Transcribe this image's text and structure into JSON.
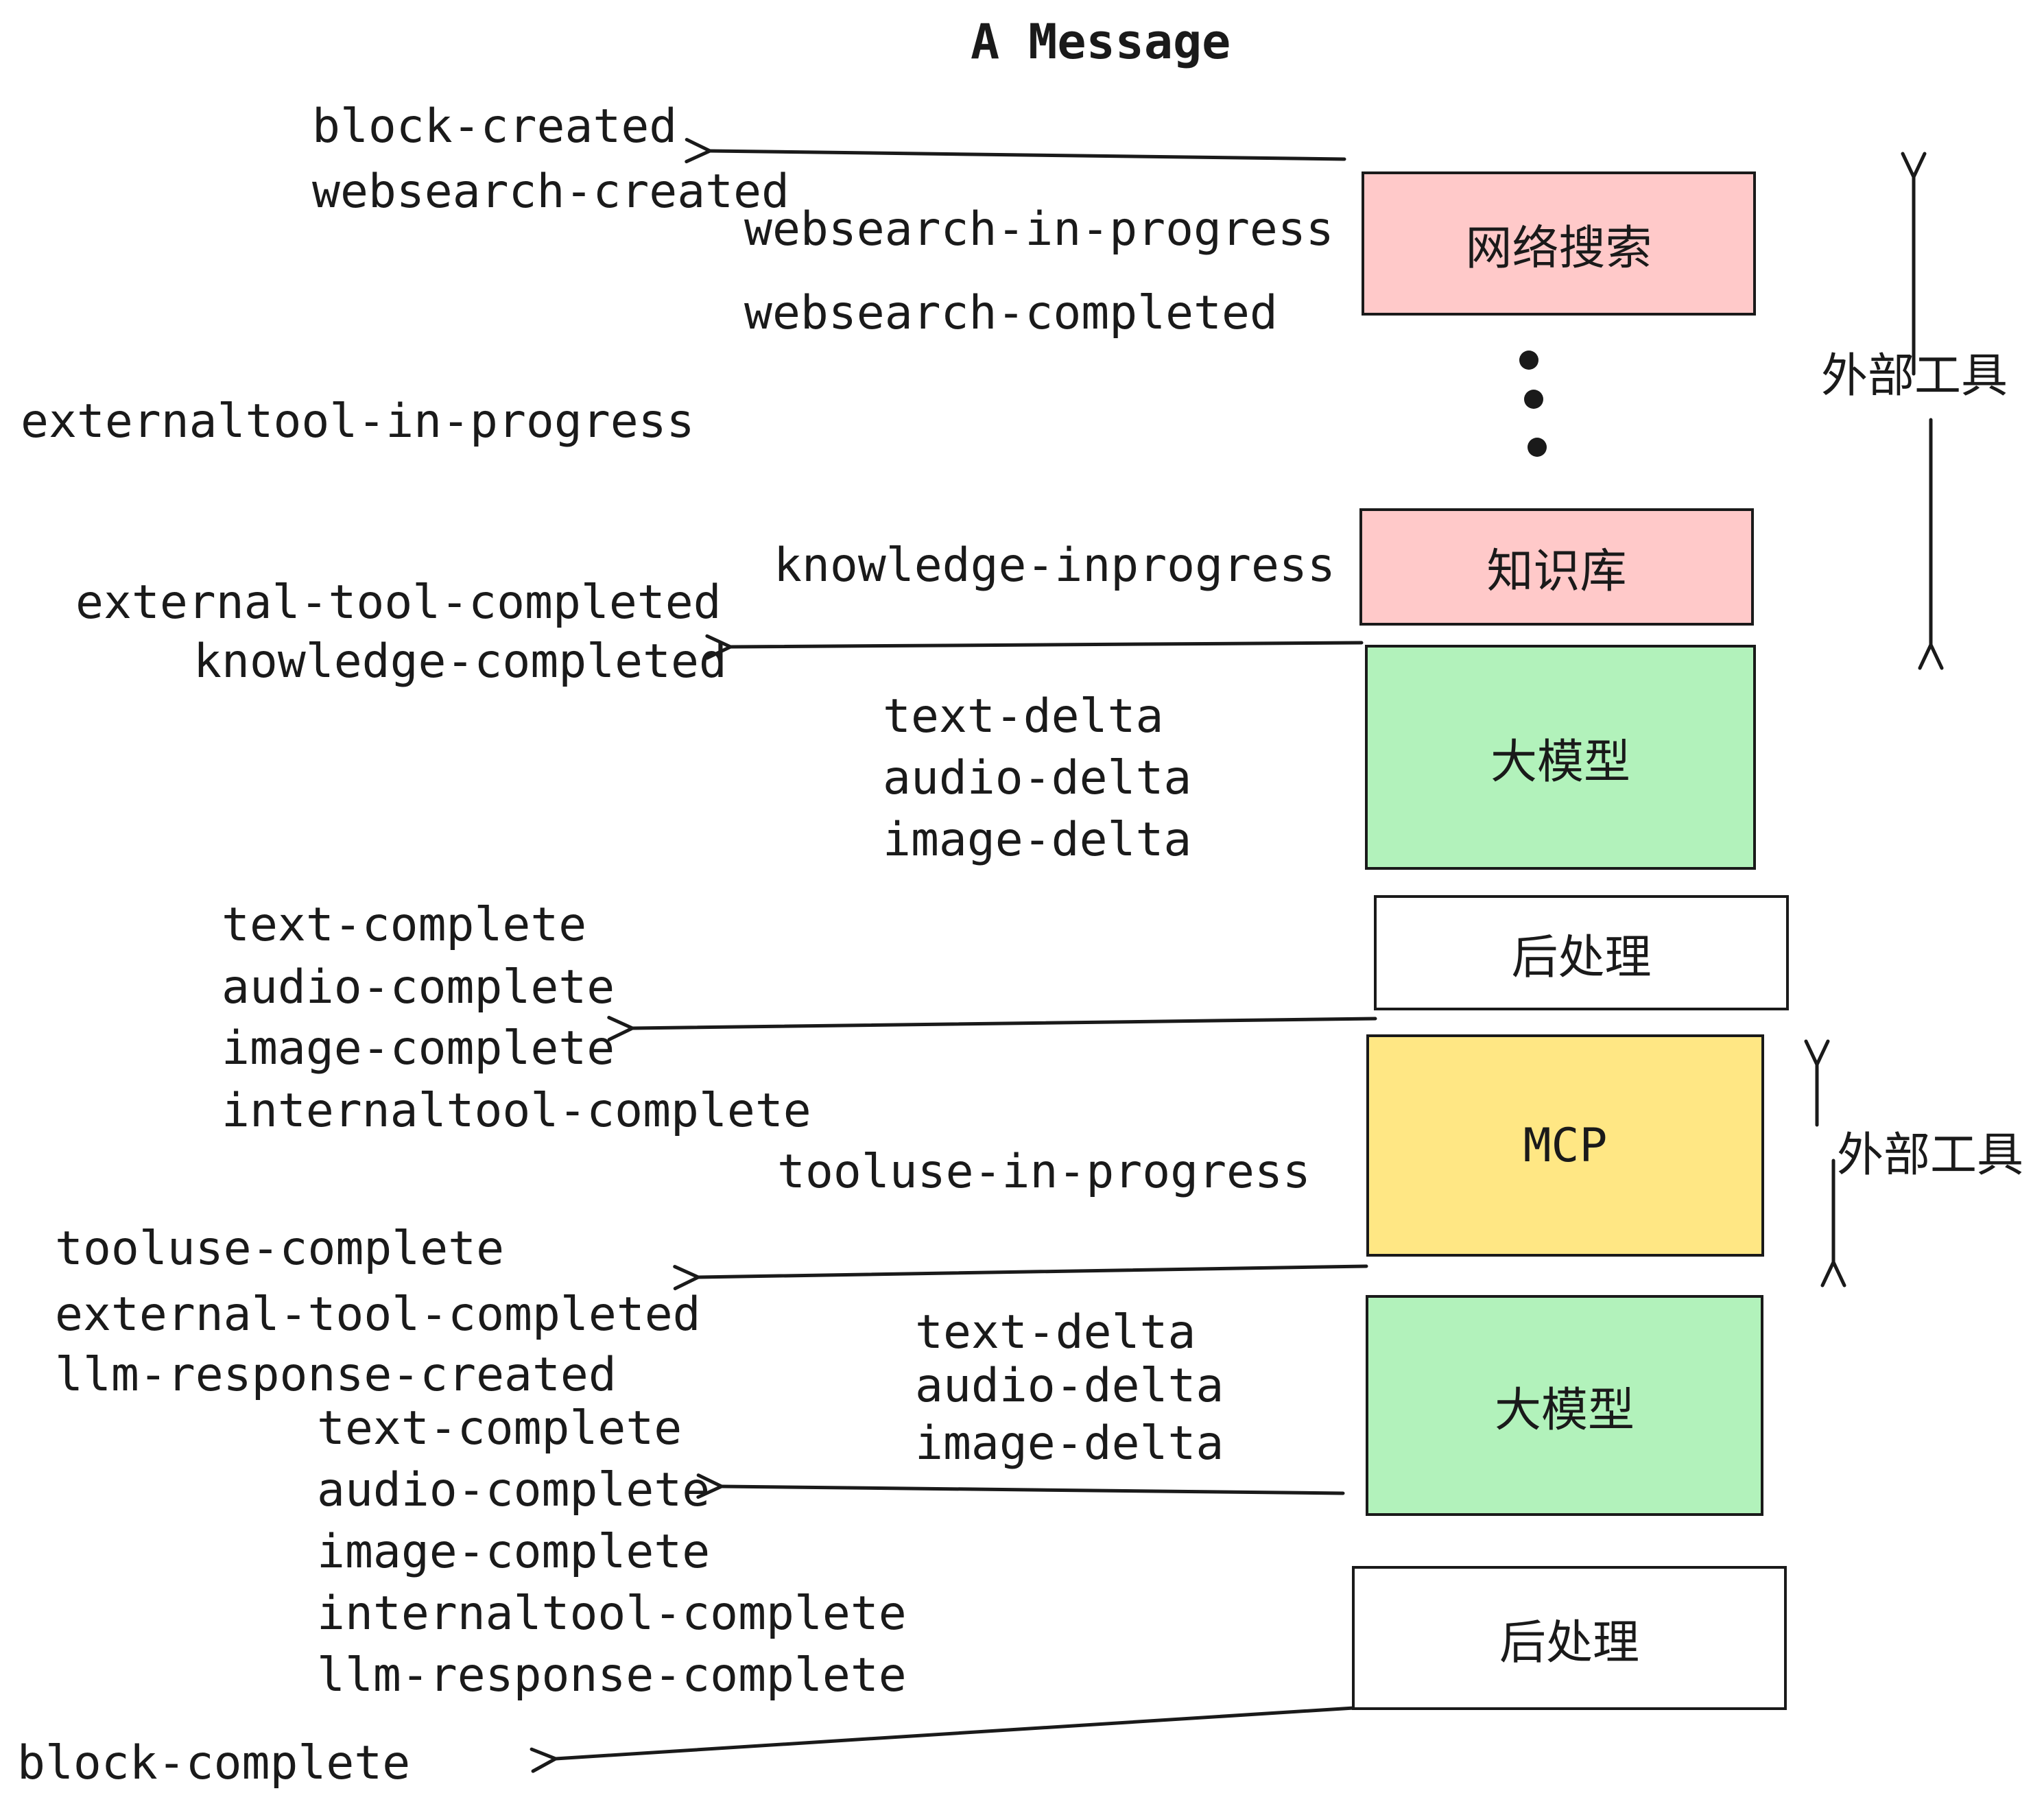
{
  "title": "A Message",
  "boxes": [
    {
      "name": "websearch",
      "label": "网络搜索",
      "color": "#ffc9c9"
    },
    {
      "name": "knowledge",
      "label": "知识库",
      "color": "#ffc9c9"
    },
    {
      "name": "llm-1",
      "label": "大模型",
      "color": "#b2f2bb"
    },
    {
      "name": "postprocess-1",
      "label": "后处理",
      "color": "#ffffff"
    },
    {
      "name": "mcp",
      "label": "MCP",
      "color": "#ffe784"
    },
    {
      "name": "llm-2",
      "label": "大模型",
      "color": "#b2f2bb"
    },
    {
      "name": "postprocess-2",
      "label": "后处理",
      "color": "#ffffff"
    }
  ],
  "side_labels": {
    "external_tools_1": "外部工具",
    "external_tools_2": "外部工具"
  },
  "events": {
    "block_created": "block-created",
    "websearch_created": "websearch-created",
    "websearch_in_progress": "websearch-in-progress",
    "websearch_completed": "websearch-completed",
    "externaltool_in_progress": "externaltool-in-progress",
    "knowledge_inprogress": "knowledge-inprogress",
    "external_tool_completed_1": "external-tool-completed",
    "knowledge_completed": "knowledge-completed",
    "text_delta_1": "text-delta",
    "audio_delta_1": "audio-delta",
    "image_delta_1": "image-delta",
    "text_complete_1": "text-complete",
    "audio_complete_1": "audio-complete",
    "image_complete_1": "image-complete",
    "internaltool_complete_1": "internaltool-complete",
    "tooluse_in_progress": "tooluse-in-progress",
    "tooluse_complete": "tooluse-complete",
    "external_tool_completed_2": "external-tool-completed",
    "llm_response_created": "llm-response-created",
    "text_delta_2": "text-delta",
    "audio_delta_2": "audio-delta",
    "image_delta_2": "image-delta",
    "text_complete_2": "text-complete",
    "audio_complete_2": "audio-complete",
    "image_complete_2": "image-complete",
    "internaltool_complete_2": "internaltool-complete",
    "llm_response_complete": "llm-response-complete",
    "block_complete": "block-complete"
  },
  "colors": {
    "ink": "#1a1a1a",
    "pink": "#ffc9c9",
    "green": "#b2f2bb",
    "yellow": "#ffe784"
  }
}
